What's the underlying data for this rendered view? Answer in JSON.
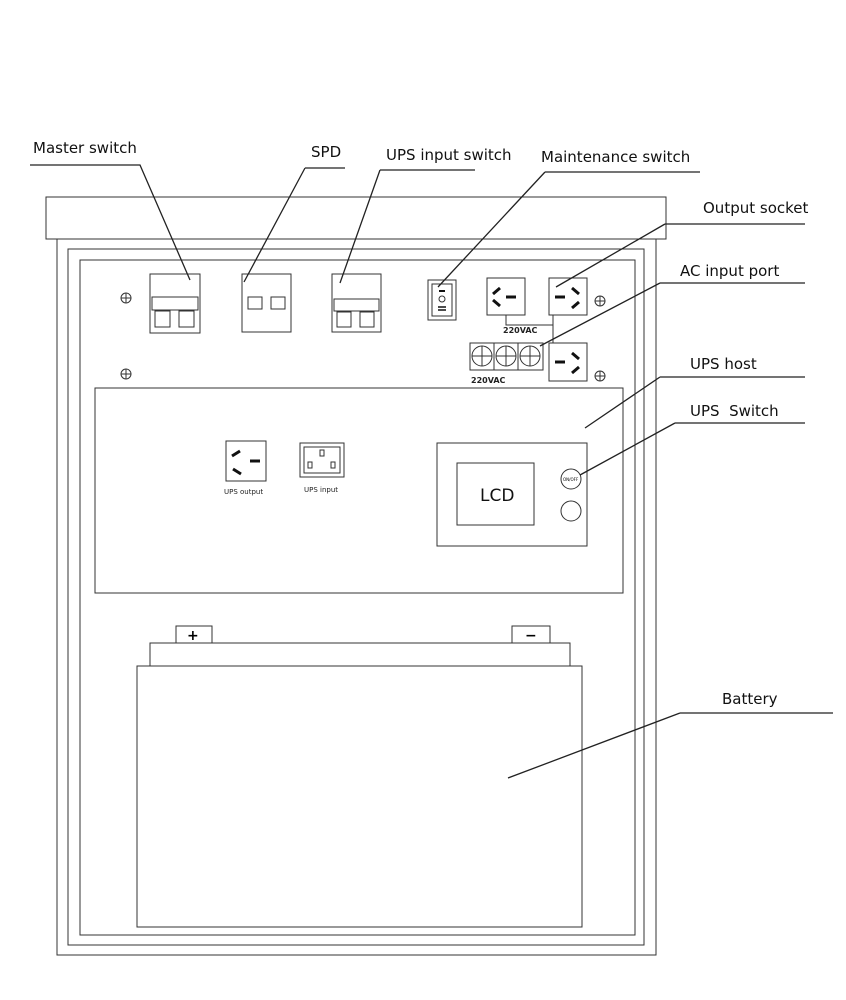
{
  "labels": {
    "master_switch": "Master switch",
    "spd": "SPD",
    "ups_input_switch": "UPS input switch",
    "maintenance_switch": "Maintenance switch",
    "output_socket": "Output socket",
    "ac_input_port": "AC input port",
    "ups_host": "UPS host",
    "ups_switch": "UPS  Switch",
    "battery": "Battery"
  },
  "panel_text": {
    "socket_voltage": "220VAC",
    "terminal_voltage": "220VAC",
    "ups_output": "UPS output",
    "ups_input": "UPS input",
    "lcd": "LCD",
    "on_off": "ON/OFF",
    "battery_plus": "+",
    "battery_minus": "−"
  }
}
